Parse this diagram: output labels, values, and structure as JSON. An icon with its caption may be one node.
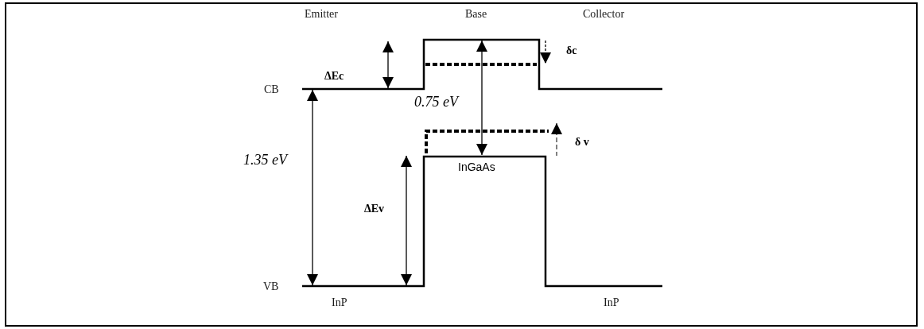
{
  "diagram": {
    "labels": [
      "Emitter",
      "Base",
      "Collector",
      "δc",
      "ΔEc",
      "CB",
      "0.75 eV",
      "δ v",
      "1.35 eV",
      "InGaAs",
      "ΔEv",
      "VB",
      "InP",
      "InP"
    ]
  }
}
